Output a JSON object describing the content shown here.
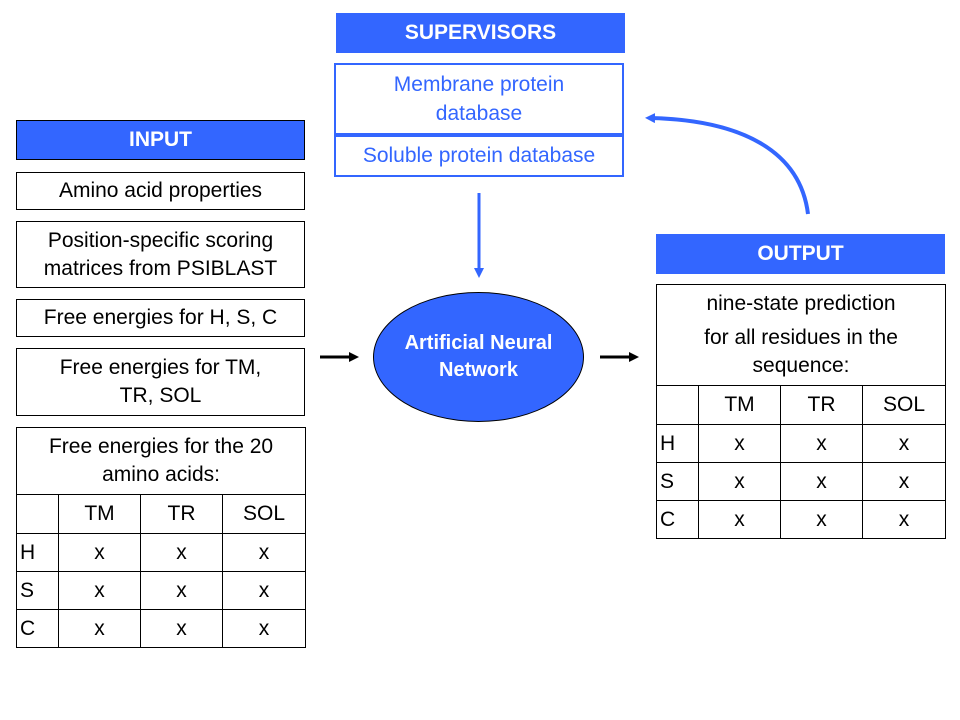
{
  "supervisors": {
    "title": "SUPERVISORS",
    "membrane_line1": "Membrane protein",
    "membrane_line2": "database",
    "soluble": "Soluble protein database"
  },
  "input": {
    "title": "INPUT",
    "amino_acid_properties": "Amino acid properties",
    "pssm_line1": "Position-specific scoring",
    "pssm_line2": "matrices from PSIBLAST",
    "free_energies_hsc": "Free energies for H, S, C",
    "free_energies_tm_line1": "Free energies for TM,",
    "free_energies_tm_line2": "TR, SOL",
    "table": {
      "caption_line1": "Free energies for the 20",
      "caption_line2": "amino acids:",
      "columns": [
        "",
        "TM",
        "TR",
        "SOL"
      ],
      "rows": [
        {
          "label": "H",
          "cells": [
            "x",
            "x",
            "x"
          ]
        },
        {
          "label": "S",
          "cells": [
            "x",
            "x",
            "x"
          ]
        },
        {
          "label": "C",
          "cells": [
            "x",
            "x",
            "x"
          ]
        }
      ]
    }
  },
  "network": {
    "line1": "Artificial Neural",
    "line2": "Network"
  },
  "output": {
    "title": "OUTPUT",
    "table": {
      "caption_line1": "nine-state prediction",
      "caption_line2": "for all residues in the",
      "caption_line3": "sequence:",
      "columns": [
        "",
        "TM",
        "TR",
        "SOL"
      ],
      "rows": [
        {
          "label": "H",
          "cells": [
            "x",
            "x",
            "x"
          ]
        },
        {
          "label": "S",
          "cells": [
            "x",
            "x",
            "x"
          ]
        },
        {
          "label": "C",
          "cells": [
            "x",
            "x",
            "x"
          ]
        }
      ]
    }
  },
  "colors": {
    "accent_blue": "#3366ff",
    "text": "#000000",
    "background": "#ffffff"
  }
}
